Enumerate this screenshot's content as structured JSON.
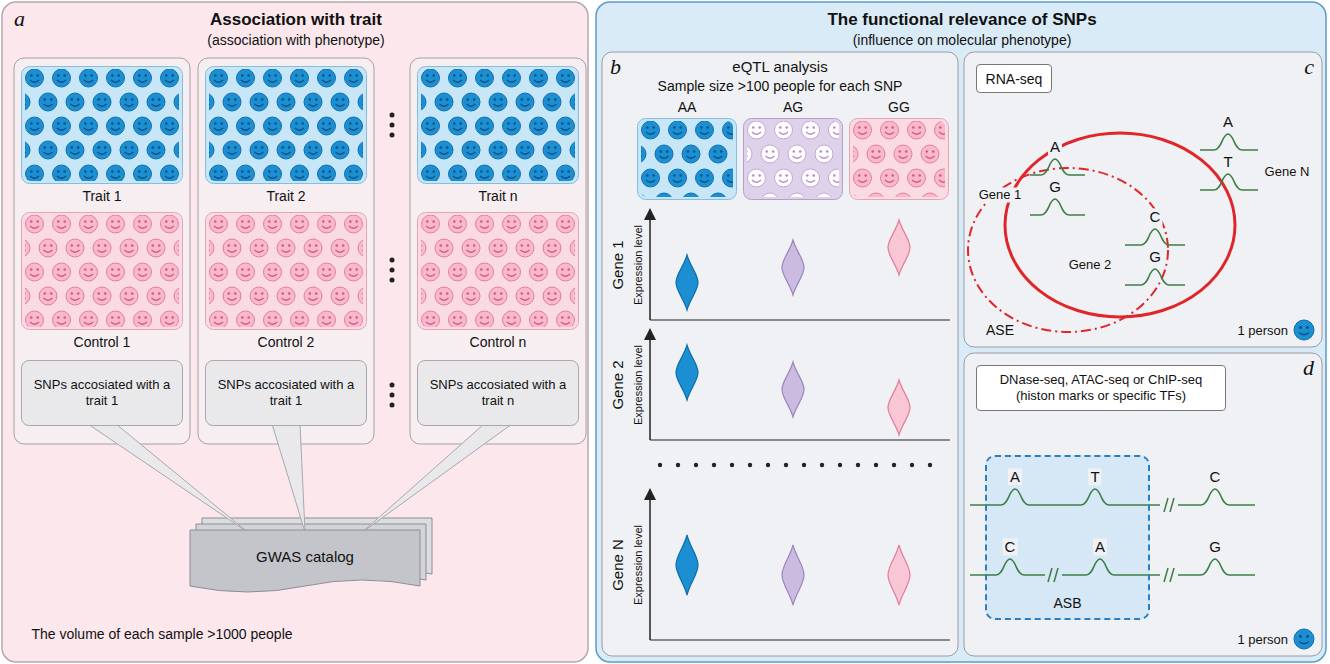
{
  "diagram": {
    "nodes": [
      {
        "text": [
          "a",
          "Association with trait",
          "(association with phenotype)"
        ]
      },
      {
        "text": [
          "Trait 1"
        ],
        "in": 0
      },
      {
        "text": [
          "Control 1"
        ],
        "in": 0
      },
      {
        "text": [
          "SNPs accosiated with a trait 1"
        ],
        "in": 0
      },
      {
        "text": [
          "Trait 2"
        ],
        "in": 0
      },
      {
        "text": [
          "Control 2"
        ],
        "in": 0
      },
      {
        "text": [
          "SNPs accosiated with a trait 1"
        ],
        "in": 0
      },
      {
        "text": [
          "Trait n"
        ],
        "in": 0
      },
      {
        "text": [
          "Control n"
        ],
        "in": 0
      },
      {
        "text": [
          "SNPs accosiated with a trait n"
        ],
        "in": 0
      },
      {
        "text": [
          "GWAS catalog"
        ],
        "in": 0
      },
      {
        "text": [
          "The functional relevance of SNPs",
          "(influence on molecular phenotype)"
        ]
      },
      {
        "text": [
          "b",
          "eQTL analysis",
          "Sample size >100 people for each SNP"
        ],
        "in": 11
      },
      {
        "text": [
          "AA"
        ],
        "in": 12
      },
      {
        "text": [
          "AG"
        ],
        "in": 12
      },
      {
        "text": [
          "GG"
        ],
        "in": 12
      },
      {
        "text": [
          "c",
          "1 person"
        ],
        "in": 11
      },
      {
        "text": [
          "RNA-seq"
        ],
        "in": 16
      },
      {
        "text": [
          "d",
          "1 person"
        ],
        "in": 11
      },
      {
        "text": [
          "DNase-seq, ATAC-seq or ChIP-seq (histon marks or specific TFs)"
        ],
        "in": 18
      },
      {
        "text": [
          "ASB"
        ],
        "in": 18
      }
    ],
    "edges": [
      {
        "from": 3,
        "to": 10,
        "arrow": "none"
      },
      {
        "from": 6,
        "to": 10,
        "arrow": "none"
      },
      {
        "from": 9,
        "to": 10,
        "arrow": "none"
      }
    ],
    "labels": [
      "The volume of each sample >1000 people",
      "Gene 1",
      "Expression level",
      "Gene 2",
      "Expression level",
      "Gene N",
      "Expression level",
      "Gene 1",
      "A",
      "G",
      "Gene 2",
      "C",
      "G",
      "Gene N",
      "A",
      "T",
      "ASE",
      "A",
      "T",
      "C",
      "C",
      "A",
      "G"
    ]
  }
}
